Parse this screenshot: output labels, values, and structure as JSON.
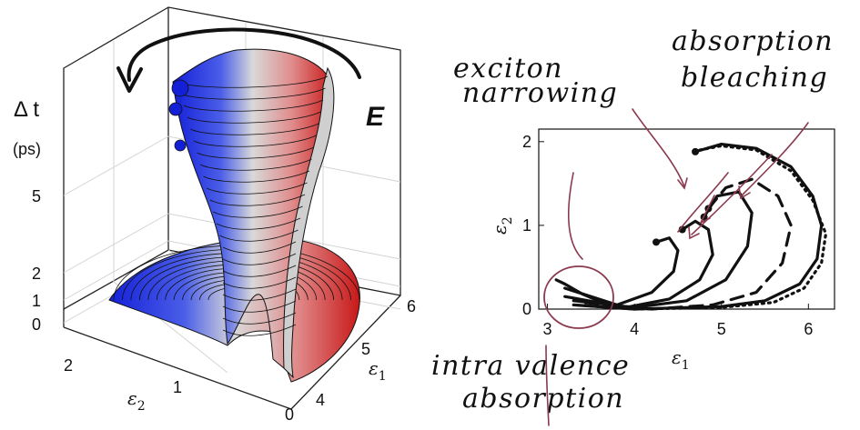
{
  "chart_data": [
    {
      "type": "3d-surface",
      "zlabel": "Δ t",
      "zunit": "(ps)",
      "xlabel": "ε",
      "xlabel_sub": "2",
      "ylabel": "ε",
      "ylabel_sub": "1",
      "x_ticks": [
        "0",
        "1",
        "2"
      ],
      "y_ticks": [
        "4",
        "5",
        "6"
      ],
      "z_ticks": [
        "0",
        "1",
        "2",
        "5"
      ],
      "field_label": "E",
      "colors": {
        "low": "#1a2ee0",
        "mid": "#d8d8d8",
        "high": "#c81e1e"
      }
    },
    {
      "type": "line",
      "xlabel": "ε",
      "xlabel_sub": "1",
      "ylabel": "ε",
      "ylabel_sub": "2",
      "xlim": [
        2.9,
        6.3
      ],
      "ylim": [
        0,
        2.15
      ],
      "x_ticks": [
        3,
        4,
        5,
        6
      ],
      "y_ticks": [
        0,
        1,
        2
      ],
      "series": [
        {
          "style": "dotted",
          "points": [
            [
              4.75,
              1.9
            ],
            [
              5.0,
              1.95
            ],
            [
              5.4,
              1.9
            ],
            [
              5.8,
              1.65
            ],
            [
              6.05,
              1.3
            ],
            [
              6.2,
              0.9
            ],
            [
              6.15,
              0.55
            ],
            [
              5.95,
              0.25
            ],
            [
              5.6,
              0.08
            ],
            [
              5.0,
              0.02
            ],
            [
              4.0,
              0.0
            ],
            [
              3.3,
              0.05
            ]
          ]
        },
        {
          "style": "solid",
          "points": [
            [
              4.7,
              1.88
            ],
            [
              5.0,
              1.97
            ],
            [
              5.4,
              1.92
            ],
            [
              5.8,
              1.7
            ],
            [
              6.05,
              1.35
            ],
            [
              6.15,
              1.0
            ],
            [
              6.1,
              0.6
            ],
            [
              5.9,
              0.3
            ],
            [
              5.5,
              0.1
            ],
            [
              5.0,
              0.03
            ],
            [
              4.0,
              0.0
            ],
            [
              3.3,
              0.05
            ]
          ]
        },
        {
          "style": "dashed",
          "points": [
            [
              4.85,
              1.2
            ],
            [
              5.05,
              1.45
            ],
            [
              5.35,
              1.55
            ],
            [
              5.65,
              1.35
            ],
            [
              5.8,
              1.0
            ],
            [
              5.7,
              0.55
            ],
            [
              5.4,
              0.2
            ],
            [
              4.9,
              0.05
            ],
            [
              4.2,
              0.0
            ],
            [
              3.4,
              0.08
            ]
          ]
        },
        {
          "style": "solid",
          "points": [
            [
              4.8,
              1.1
            ],
            [
              4.95,
              1.35
            ],
            [
              5.2,
              1.4
            ],
            [
              5.35,
              1.15
            ],
            [
              5.3,
              0.75
            ],
            [
              5.05,
              0.35
            ],
            [
              4.6,
              0.1
            ],
            [
              4.0,
              0.02
            ],
            [
              3.3,
              0.1
            ]
          ]
        },
        {
          "style": "solid",
          "points": [
            [
              4.55,
              0.95
            ],
            [
              4.7,
              1.05
            ],
            [
              4.85,
              0.95
            ],
            [
              4.9,
              0.65
            ],
            [
              4.75,
              0.35
            ],
            [
              4.4,
              0.12
            ],
            [
              3.9,
              0.02
            ],
            [
              3.2,
              0.15
            ]
          ]
        },
        {
          "style": "solid",
          "points": [
            [
              4.25,
              0.8
            ],
            [
              4.4,
              0.85
            ],
            [
              4.5,
              0.7
            ],
            [
              4.45,
              0.45
            ],
            [
              4.2,
              0.2
            ],
            [
              3.8,
              0.05
            ],
            [
              3.2,
              0.25
            ]
          ]
        },
        {
          "style": "solid",
          "points": [
            [
              3.1,
              0.35
            ],
            [
              3.2,
              0.3
            ],
            [
              3.4,
              0.18
            ],
            [
              3.7,
              0.05
            ],
            [
              4.0,
              0.0
            ]
          ]
        }
      ],
      "annotations": [
        {
          "lines": [
            "exciton",
            "narrowing"
          ]
        },
        {
          "lines": [
            "absorption",
            "bleaching"
          ]
        },
        {
          "lines": [
            "intra valence",
            "absorption"
          ]
        }
      ]
    }
  ]
}
